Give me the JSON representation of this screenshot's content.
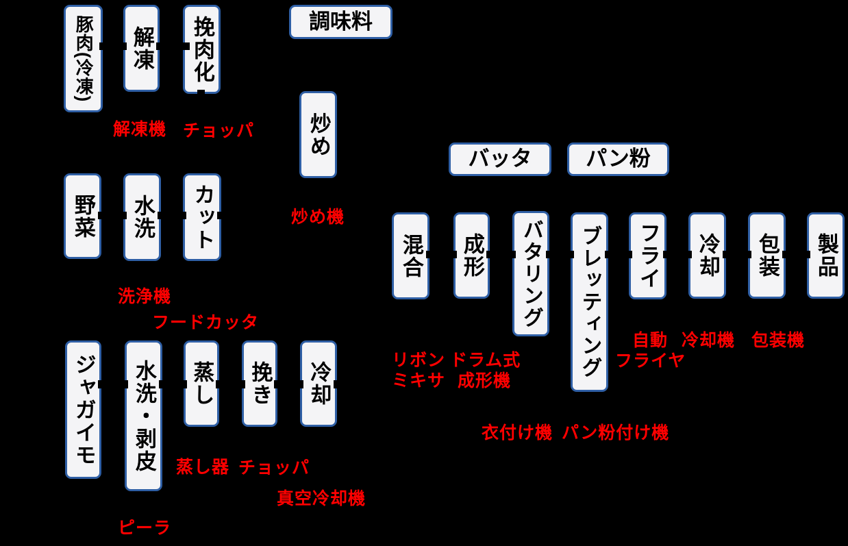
{
  "colors": {
    "background": "#000000",
    "box_fill": "#f4f4f6",
    "box_border": "#2f5fa5",
    "box_text": "#000000",
    "machine_label_text": "#ff0000"
  },
  "nodes": {
    "pork": "豚肉(冷凍)",
    "thaw": "解凍",
    "mince": "挽肉化",
    "seasoning": "調味料",
    "stir_fry": "炒め",
    "vegetable": "野菜",
    "veg_wash": "水洗",
    "cut": "カット",
    "potato": "ジャガイモ",
    "potato_wash_peel": "水洗・剥皮",
    "steam": "蒸し",
    "grind": "挽き",
    "potato_cool": "冷却",
    "batter": "バッタ",
    "breadcrumb": "パン粉",
    "mix": "混合",
    "form": "成形",
    "battering": "バタリング",
    "breading": "ブレッティング",
    "fry": "フライ",
    "cool": "冷却",
    "pack": "包装",
    "product": "製品"
  },
  "machines": {
    "thawer": "解凍機",
    "chopper_meat": "チョッパ",
    "stir_fryer": "炒め機",
    "washer": "洗浄機",
    "food_cutter": "フードカッタ",
    "steamer": "蒸し器",
    "chopper_potato": "チョッパ",
    "vacuum_cooler": "真空冷却機",
    "peeler": "ピーラ",
    "ribbon_mixer_line1": "リボン",
    "ribbon_mixer_line2": "ミキサ",
    "drum_former_line1": "ドラム式",
    "drum_former_line2": "成形機",
    "auto_fryer_line1": "自動",
    "auto_fryer_line2": "フライヤ",
    "cooler": "冷却機",
    "packager": "包装機",
    "batter_applicator": "衣付け機",
    "crumb_applicator": "パン粉付け機"
  }
}
